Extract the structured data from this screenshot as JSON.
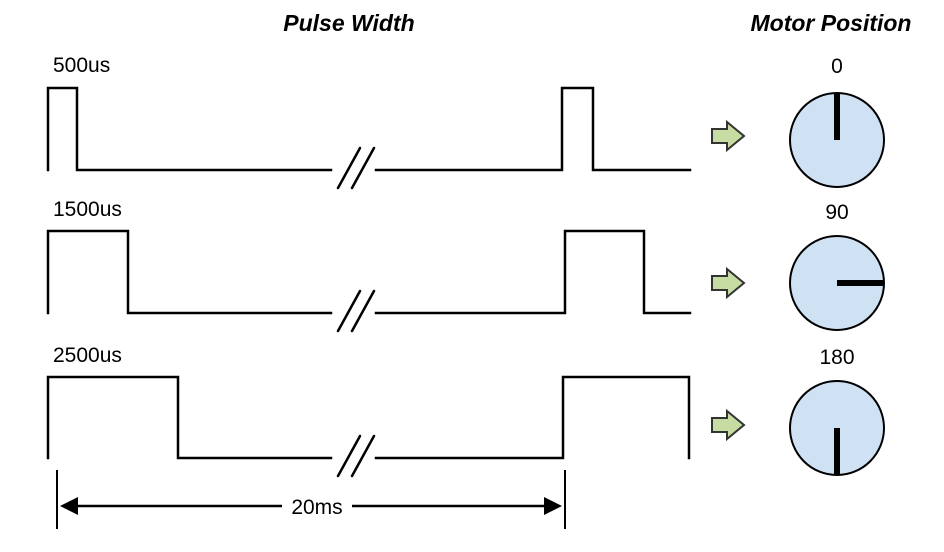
{
  "titles": {
    "pulse_width": "Pulse Width",
    "motor_position": "Motor Position"
  },
  "rows": [
    {
      "pulse_label": "500us",
      "position_label": "0"
    },
    {
      "pulse_label": "1500us",
      "position_label": "90"
    },
    {
      "pulse_label": "2500us",
      "position_label": "180"
    }
  ],
  "timing": {
    "period_label": "20ms"
  },
  "colors": {
    "dial_fill": "#cfe2f3",
    "arrow_fill": "#c6dca2",
    "line": "#000000"
  }
}
